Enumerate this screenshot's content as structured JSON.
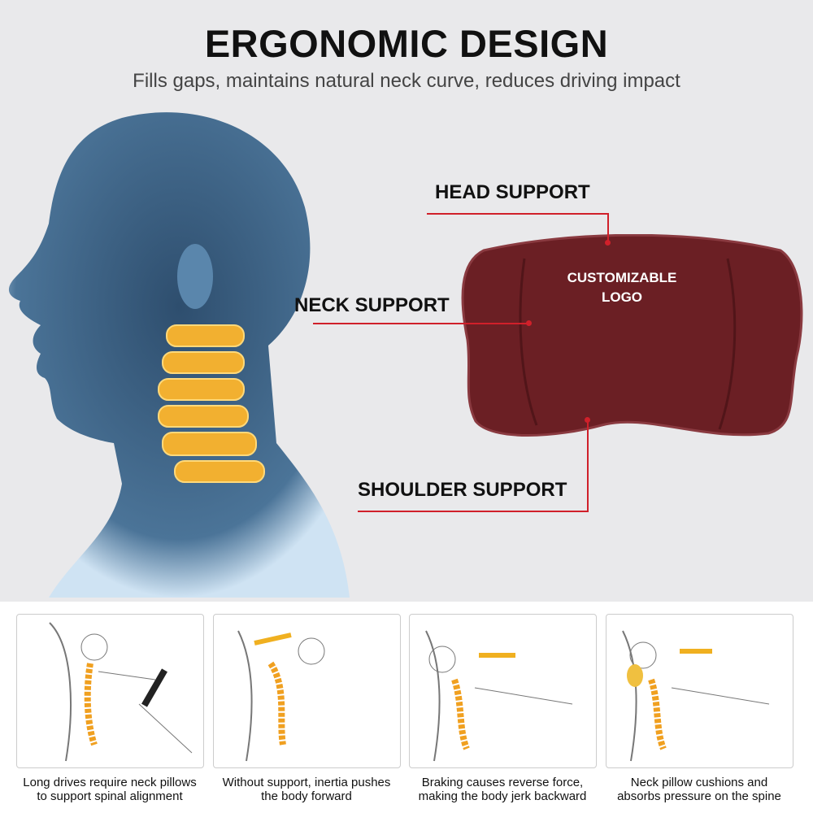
{
  "header": {
    "title": "ERGONOMIC DESIGN",
    "subtitle": "Fills gaps, maintains natural neck curve, reduces driving impact"
  },
  "labels": {
    "head": "HEAD SUPPORT",
    "neck": "NECK SUPPORT",
    "shoulder": "SHOULDER SUPPORT",
    "logo_line1": "CUSTOMIZABLE",
    "logo_line2": "LOGO"
  },
  "colors": {
    "pillow": "#6b1f24",
    "accent": "#d0202a",
    "spine": "#f0a020"
  },
  "panels": [
    {
      "caption1": "Long drives require neck pillows",
      "caption2": "to support spinal alignment"
    },
    {
      "caption1": "Without support, inertia pushes",
      "caption2": "the body forward"
    },
    {
      "caption1": "Braking causes reverse force,",
      "caption2": "making the body jerk backward"
    },
    {
      "caption1": "Neck pillow cushions and",
      "caption2": "absorbs pressure on the spine"
    }
  ]
}
